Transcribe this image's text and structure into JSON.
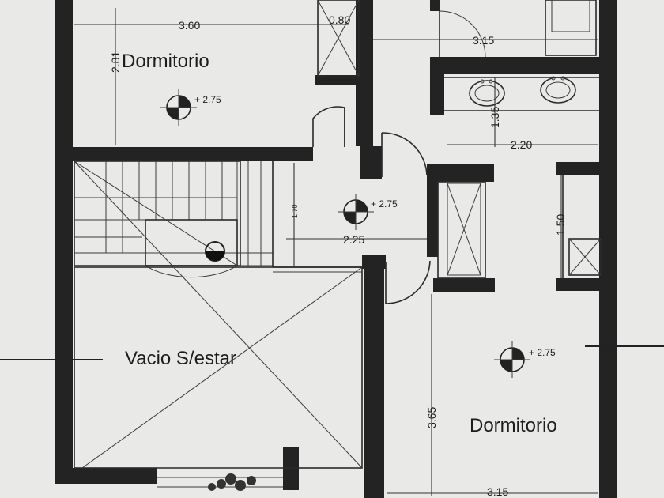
{
  "rooms": {
    "bedroom_top": "Dormitorio",
    "bedroom_bottom": "Dormitorio",
    "void": "Vacio S/estar"
  },
  "dimensions": {
    "bedroom_top_width": "3.60",
    "bedroom_top_depth": "2.81",
    "closet_width": "0.80",
    "bath_width": "3.15",
    "bath_depth": "1.35",
    "dressing_width": "2.20",
    "hall_width": "2.25",
    "stair_dim": "1.70",
    "closet_depth": "1.50",
    "bedroom_bottom_depth": "3.65",
    "bedroom_bottom_width": "3.15"
  },
  "levels": {
    "bedroom_top": "+ 2.75",
    "hall": "+ 2.75",
    "bedroom_bottom": "+ 2.75"
  },
  "colors": {
    "paper": "#e9e9e7",
    "ink": "#232323"
  }
}
